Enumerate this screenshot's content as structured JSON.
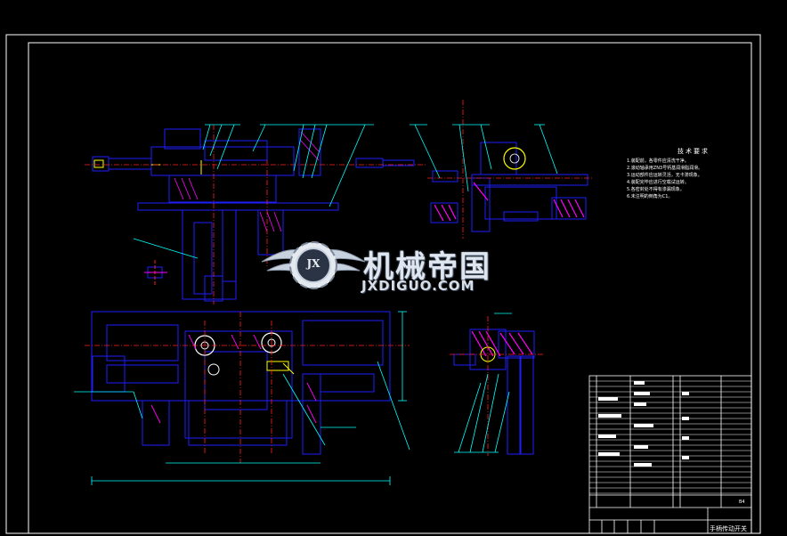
{
  "technical_requirements": {
    "title": "技术要求",
    "items": [
      "1.装配前，各零件应清洗干净。",
      "2.滚动轴承用ZN3号钙基润滑脂润滑。",
      "3.运动部件应运转灵活，无卡滞现象。",
      "4.装配完毕应进行空载试运转。",
      "5.各密封处不得有渗漏现象。",
      "6.未注明的倒角为C1。"
    ]
  },
  "watermark": {
    "brand_cn": "机械帝国",
    "brand_en": "JXDIGUO.COM",
    "logo_letters": "JX"
  },
  "title_block": {
    "drawing_name": "手柄传动开关",
    "mark": "B4"
  },
  "colors": {
    "background": "#000000",
    "frame": "#ffffff",
    "outline": "#1e1eff",
    "leader": "#00ffff",
    "centerline": "#ff2020",
    "hatch": "#ff00ff",
    "accent": "#ffff00"
  }
}
